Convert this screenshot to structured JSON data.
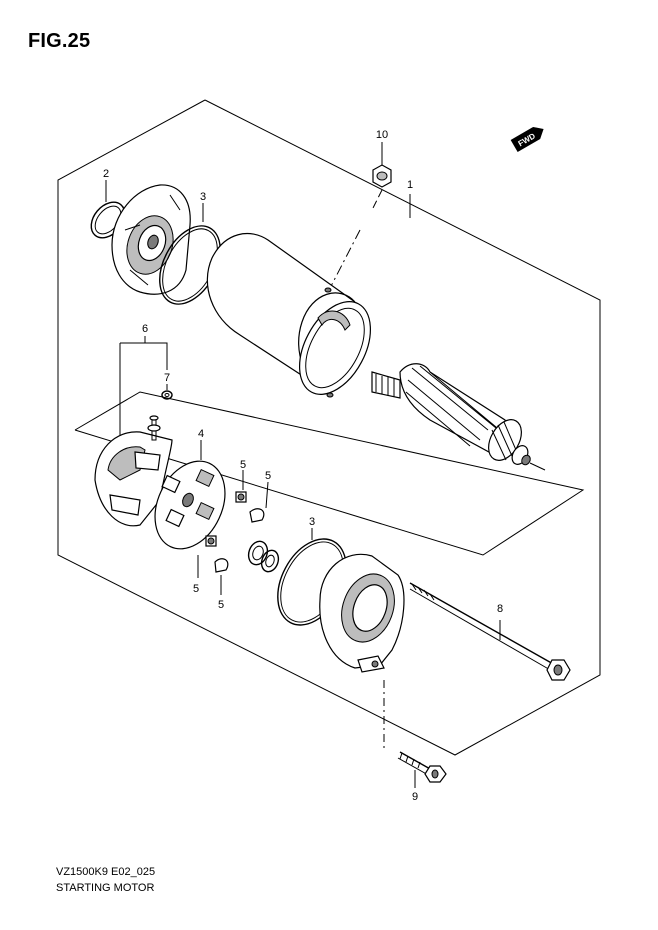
{
  "figure": {
    "title": "FIG.25",
    "model_code": "VZ1500K9 E02_025",
    "name": "STARTING MOTOR"
  },
  "fwd_badge": "FWD",
  "callouts": {
    "c1": "1",
    "c2": "2",
    "c3a": "3",
    "c3b": "3",
    "c4": "4",
    "c5a": "5",
    "c5b": "5",
    "c5c": "5",
    "c5d": "5",
    "c6": "6",
    "c7": "7",
    "c8": "8",
    "c9": "9",
    "c10": "10"
  }
}
